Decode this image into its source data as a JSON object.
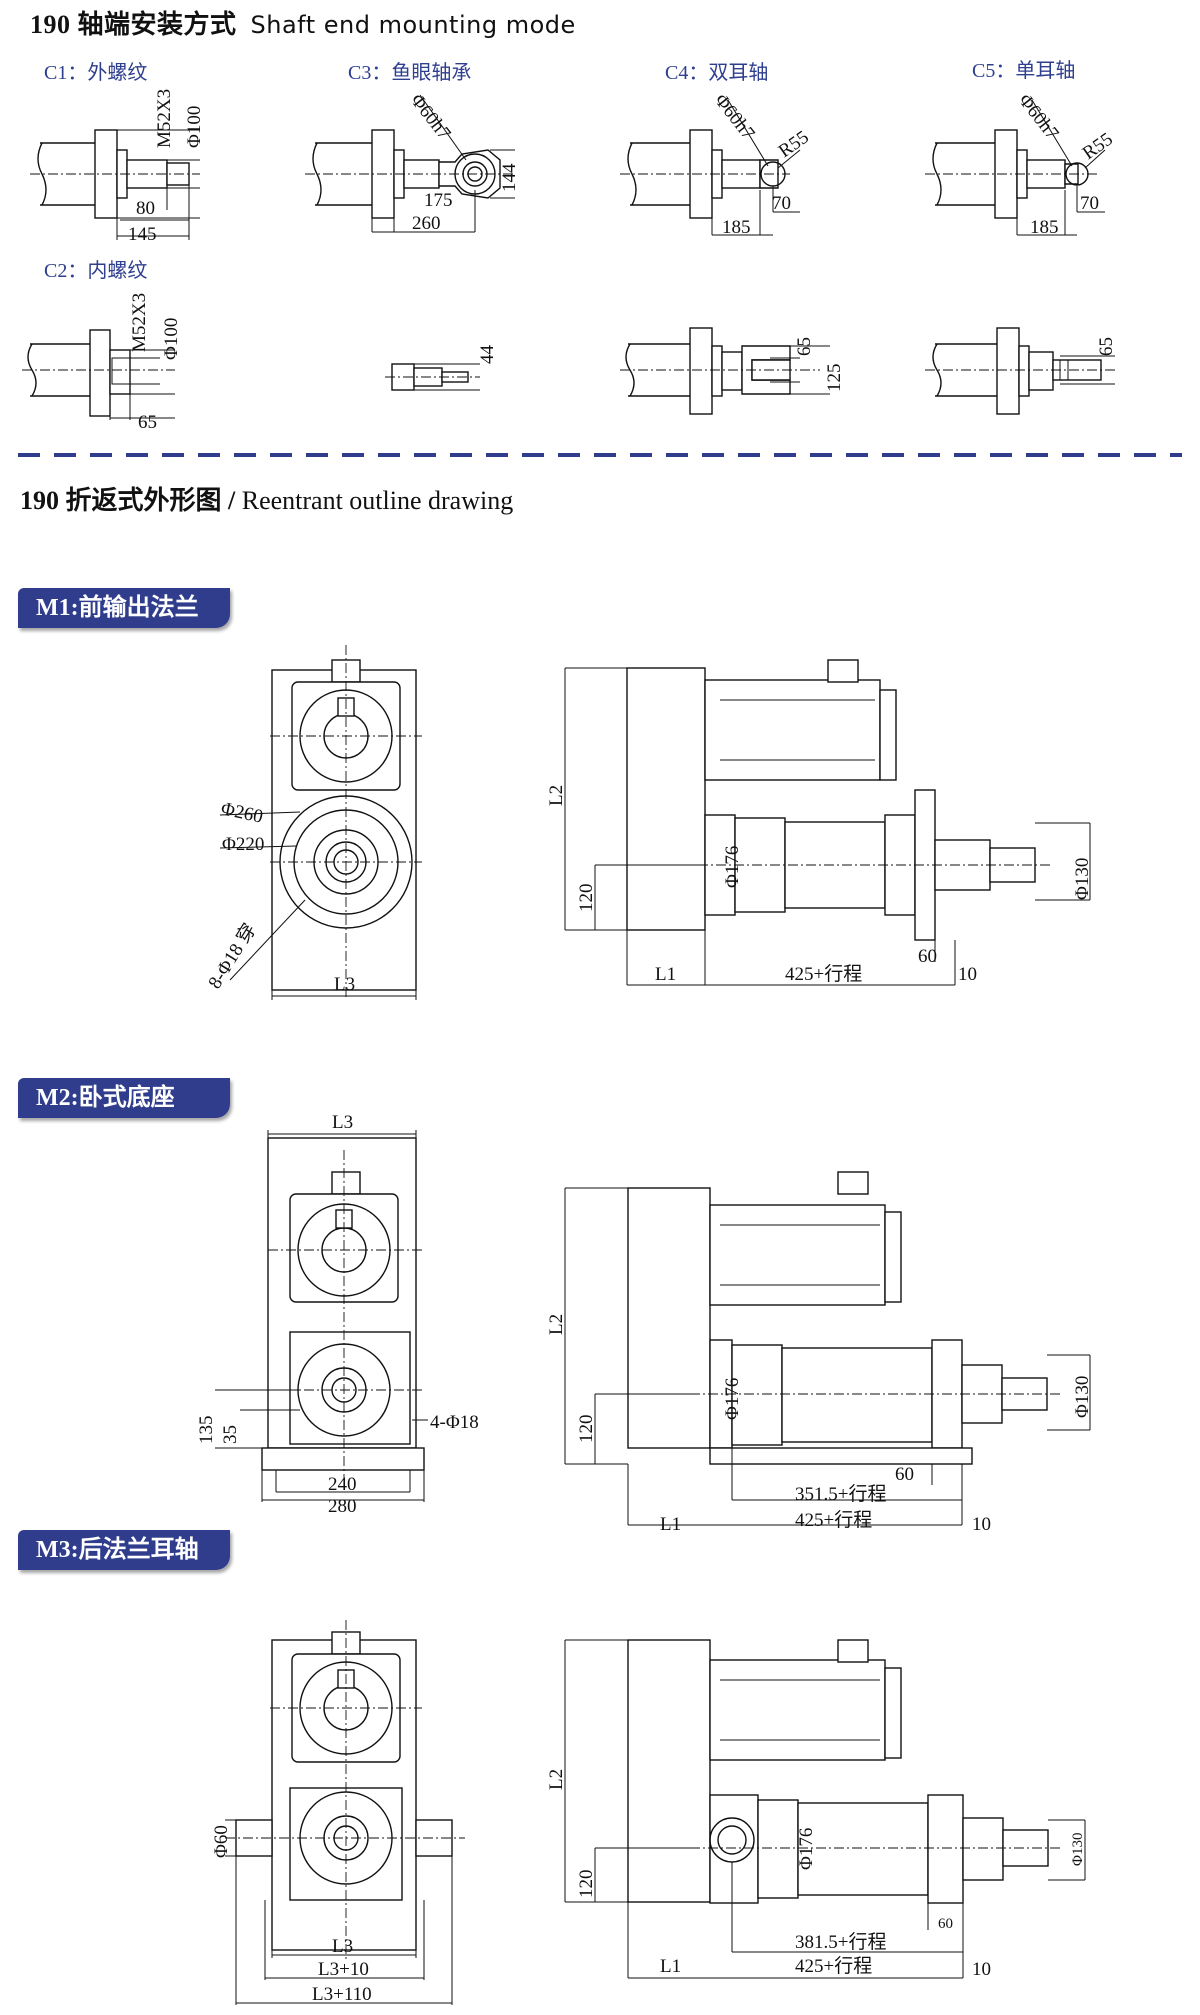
{
  "section1": {
    "title_cn": "190 轴端安装方式",
    "title_en": "Shaft end mounting mode",
    "c1": {
      "label": "C1：外螺纹",
      "d_thread": "M52X3",
      "d_dia": "Φ100",
      "d_80": "80",
      "d_145": "145"
    },
    "c2": {
      "label": "C2：内螺纹",
      "d_thread": "M52X3",
      "d_dia": "Φ100",
      "d_65": "65"
    },
    "c3": {
      "label": "C3：鱼眼轴承",
      "d_pin": "Φ60h7",
      "d_144": "144",
      "d_175": "175",
      "d_260": "260",
      "d_44": "44"
    },
    "c4": {
      "label": "C4：双耳轴",
      "d_pin": "Φ60h7",
      "d_r": "R55",
      "d_70": "70",
      "d_185": "185",
      "d_65": "65",
      "d_125": "125"
    },
    "c5": {
      "label": "C5：单耳轴",
      "d_pin": "Φ60h7",
      "d_r": "R55",
      "d_70": "70",
      "d_185": "185",
      "d_65": "65"
    }
  },
  "section2": {
    "title_cn": "190 折返式外形图 /",
    "title_en": "Reentrant outline drawing"
  },
  "m1": {
    "badge": "M1:前输出法兰",
    "d260": "Φ260",
    "d220": "Φ220",
    "holes": "8-Φ18 穿",
    "l3": "L3",
    "l2": "L2",
    "h120": "120",
    "d176": "Φ176",
    "d130": "Φ130",
    "l1": "L1",
    "stroke": "425+行程",
    "d60": "60",
    "d10": "10"
  },
  "m2": {
    "badge": "M2:卧式底座",
    "l3": "L3",
    "h135": "135",
    "h35": "35",
    "holes": "4-Φ18",
    "w240": "240",
    "w280": "280",
    "l2": "L2",
    "h120": "120",
    "d176": "Φ176",
    "d130": "Φ130",
    "d60": "60",
    "stroke1": "351.5+行程",
    "l1": "L1",
    "stroke2": "425+行程",
    "d10": "10"
  },
  "m3": {
    "badge": "M3:后法兰耳轴",
    "d60": "Φ60",
    "l3": "L3",
    "l3b": "L3+10",
    "l3c": "L3+110",
    "l2": "L2",
    "h120": "120",
    "d176": "Φ176",
    "d130": "Φ130",
    "s60": "60",
    "stroke1": "381.5+行程",
    "l1": "L1",
    "stroke2": "425+行程",
    "d10": "10"
  },
  "colors": {
    "accent": "#2f3d8c",
    "divider": "#2f3d8c",
    "label": "#2f3f8f"
  }
}
